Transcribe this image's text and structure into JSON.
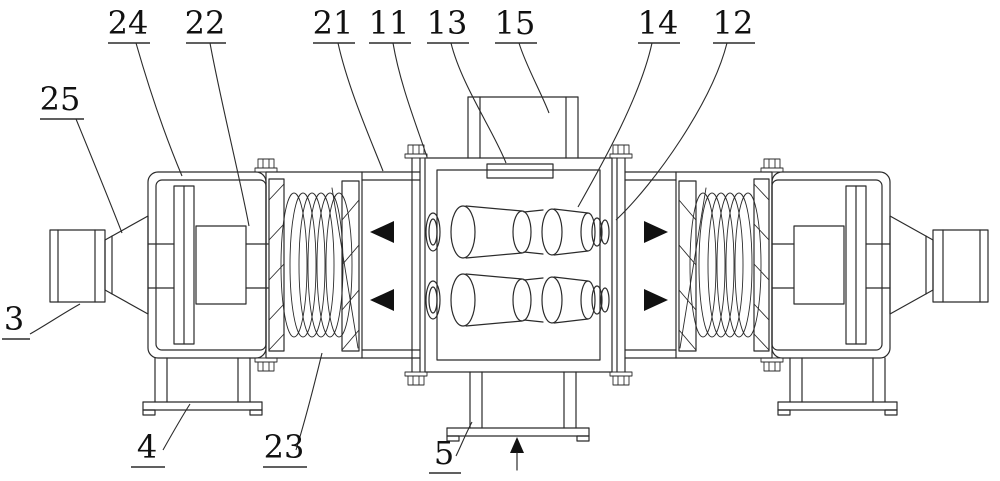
{
  "figure": {
    "kind": "patent-line-drawing",
    "description": "Symmetric mechanical assembly cross-section: central roller chamber with top and bottom ports, side spring chambers, end housings with discs, and external shafts",
    "background": "#ffffff",
    "line_color": "#2b2b2b",
    "label_color": "#111111",
    "arrow_fill": "#111111"
  },
  "labels": {
    "n24": "24",
    "n22": "22",
    "n21": "21",
    "n11": "11",
    "n13": "13",
    "n15": "15",
    "n14": "14",
    "n12": "12",
    "n25": "25",
    "n3": "3",
    "n4": "4",
    "n23": "23",
    "n5": "5"
  },
  "icons": {
    "flow_left": "solid-left-arrow",
    "flow_right": "solid-right-arrow",
    "flow_up": "solid-up-arrow",
    "bolt": "bolt-fastener"
  }
}
